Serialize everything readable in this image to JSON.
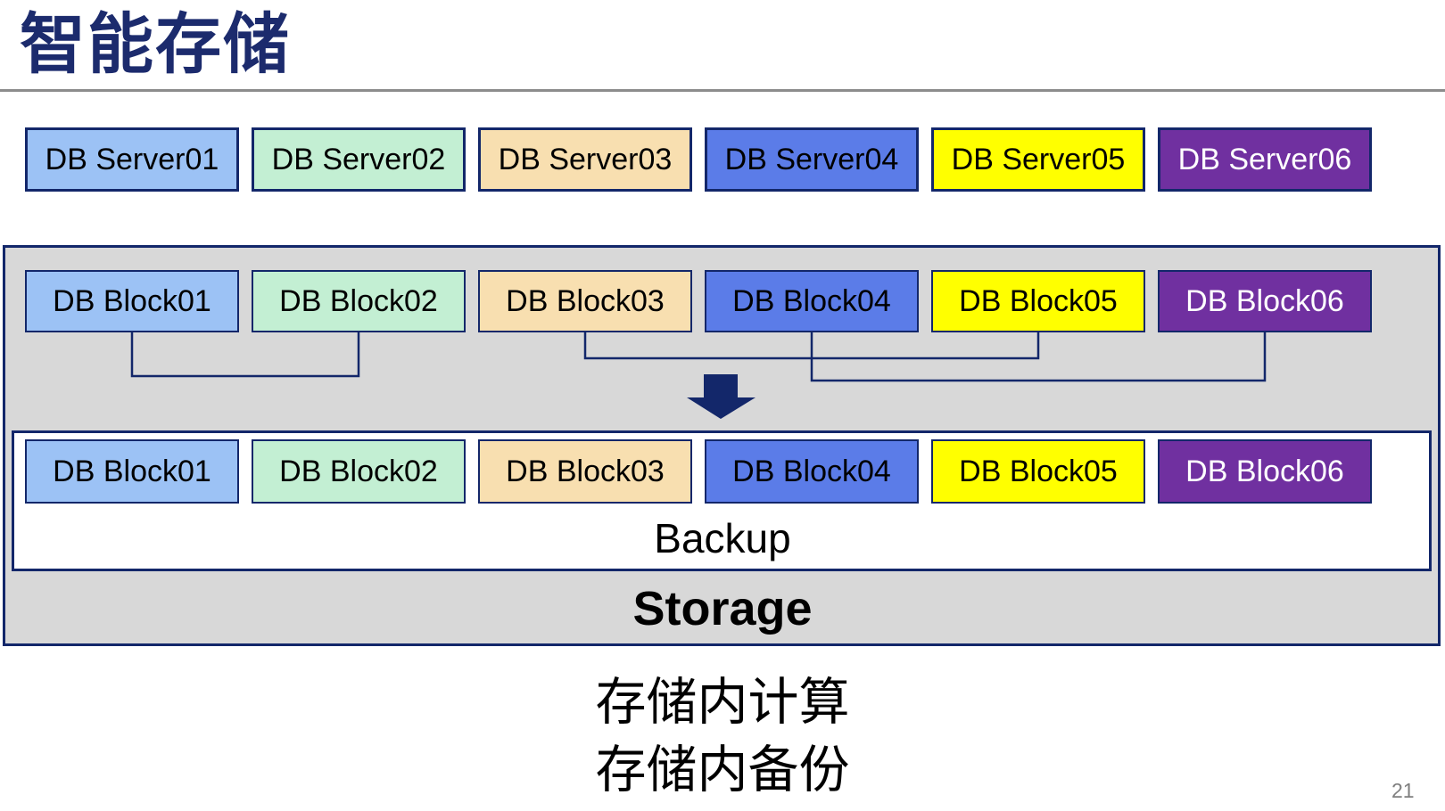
{
  "slide": {
    "title": "智能存储",
    "backup_label": "Backup",
    "storage_label": "Storage",
    "caption_line1": "存储内计算",
    "caption_line2": "存储内备份",
    "page_number": "21"
  },
  "servers": [
    {
      "label": "DB Server01",
      "bg": "#9cc2f5",
      "fg": "#000000"
    },
    {
      "label": "DB Server02",
      "bg": "#c3efd3",
      "fg": "#000000"
    },
    {
      "label": "DB Server03",
      "bg": "#f8dfb0",
      "fg": "#000000"
    },
    {
      "label": "DB Server04",
      "bg": "#5b7ce8",
      "fg": "#000000"
    },
    {
      "label": "DB Server05",
      "bg": "#ffff00",
      "fg": "#000000"
    },
    {
      "label": "DB Server06",
      "bg": "#7030a0",
      "fg": "#ffffff"
    }
  ],
  "blocks": [
    {
      "label": "DB Block01",
      "bg": "#9cc2f5",
      "fg": "#000000"
    },
    {
      "label": "DB Block02",
      "bg": "#c3efd3",
      "fg": "#000000"
    },
    {
      "label": "DB Block03",
      "bg": "#f8dfb0",
      "fg": "#000000"
    },
    {
      "label": "DB Block04",
      "bg": "#5b7ce8",
      "fg": "#000000"
    },
    {
      "label": "DB Block05",
      "bg": "#ffff00",
      "fg": "#000000"
    },
    {
      "label": "DB Block06",
      "bg": "#7030a0",
      "fg": "#ffffff"
    }
  ],
  "colors": {
    "navy": "#13276a",
    "title": "#1c2b6d",
    "container_fill": "#d8d8d8",
    "rule": "#8c8c8c",
    "page_number": "#7f7f7f"
  }
}
